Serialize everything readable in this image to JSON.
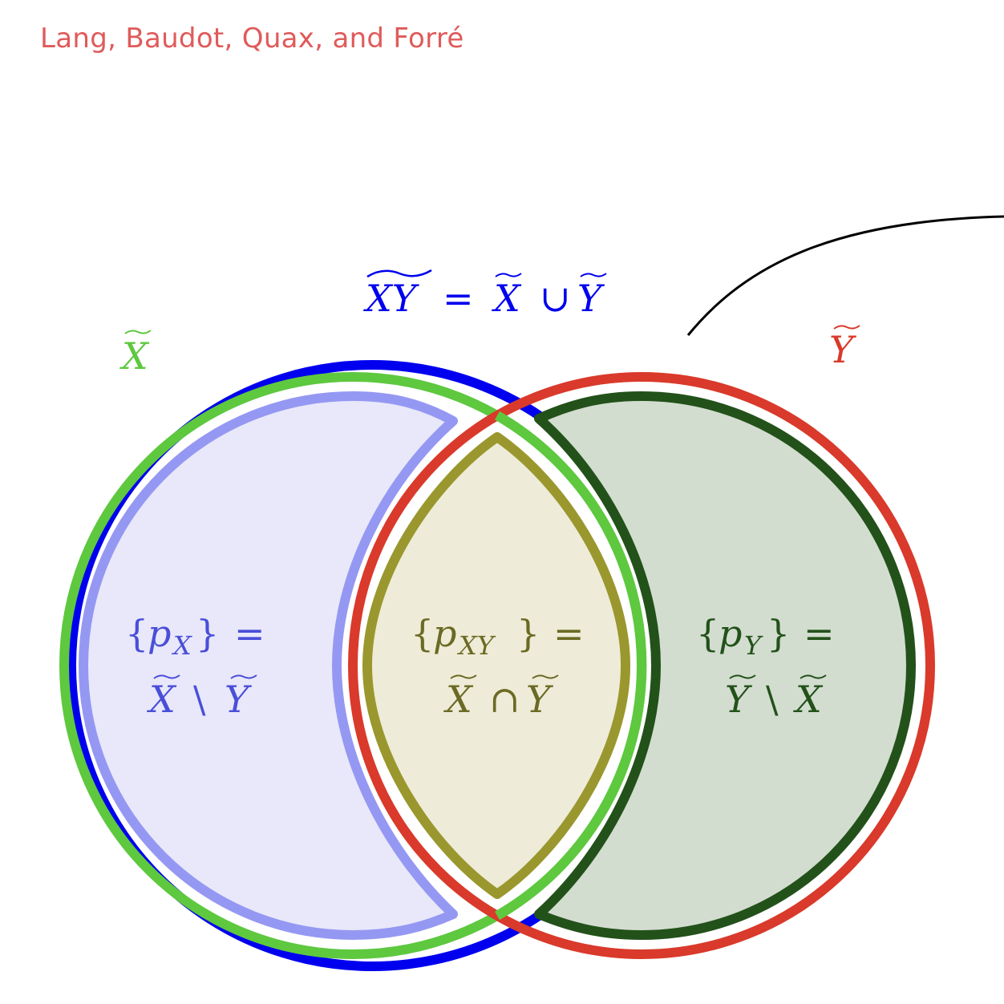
{
  "header": {
    "authors": "Lang, Baudot, Quax, and Forré"
  },
  "colors": {
    "union": "#0000ee",
    "x_set": "#5ec83f",
    "y_set": "#d93a2b",
    "x_only": "#9598f2",
    "x_only_fill": "#e8e8fa",
    "intersection": "#9a972e",
    "intersection_fill": "#eeecd8",
    "y_only": "#23511a",
    "y_only_fill": "#d2ddcf",
    "header": "#e05a5a"
  },
  "labels": {
    "union": {
      "lhs": "XY",
      "eq": "=",
      "a": "X",
      "op": "∪",
      "b": "Y"
    },
    "x_set": {
      "name": "X"
    },
    "y_set": {
      "name": "Y"
    },
    "x_only": {
      "p": "p",
      "sub": "X",
      "a": "X",
      "op": "\\",
      "b": "Y"
    },
    "intersection": {
      "p": "p",
      "sub": "XY",
      "a": "X",
      "op": "∩",
      "b": "Y"
    },
    "y_only": {
      "p": "p",
      "sub": "Y",
      "a": "Y",
      "op": "\\",
      "b": "X"
    }
  }
}
